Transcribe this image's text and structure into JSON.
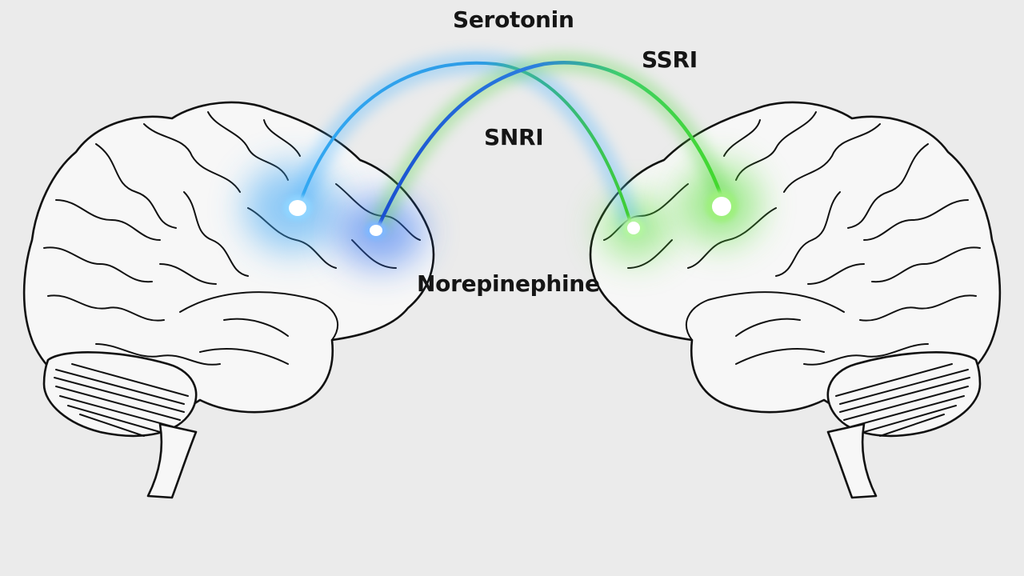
{
  "labels": {
    "serotonin": "Serotonin",
    "ssri": "SSRI",
    "snri": "SNRI",
    "norepinephine": "Norepinephine"
  },
  "colors": {
    "background": "#ebebeb",
    "outline": "#111111",
    "blue_pathway": "#2f9ff0",
    "dark_blue_pathway": "#1d59d6",
    "green_pathway": "#44d62c"
  },
  "icons": {
    "left_brain": "brain-side-view-icon",
    "right_brain": "brain-side-view-icon"
  }
}
